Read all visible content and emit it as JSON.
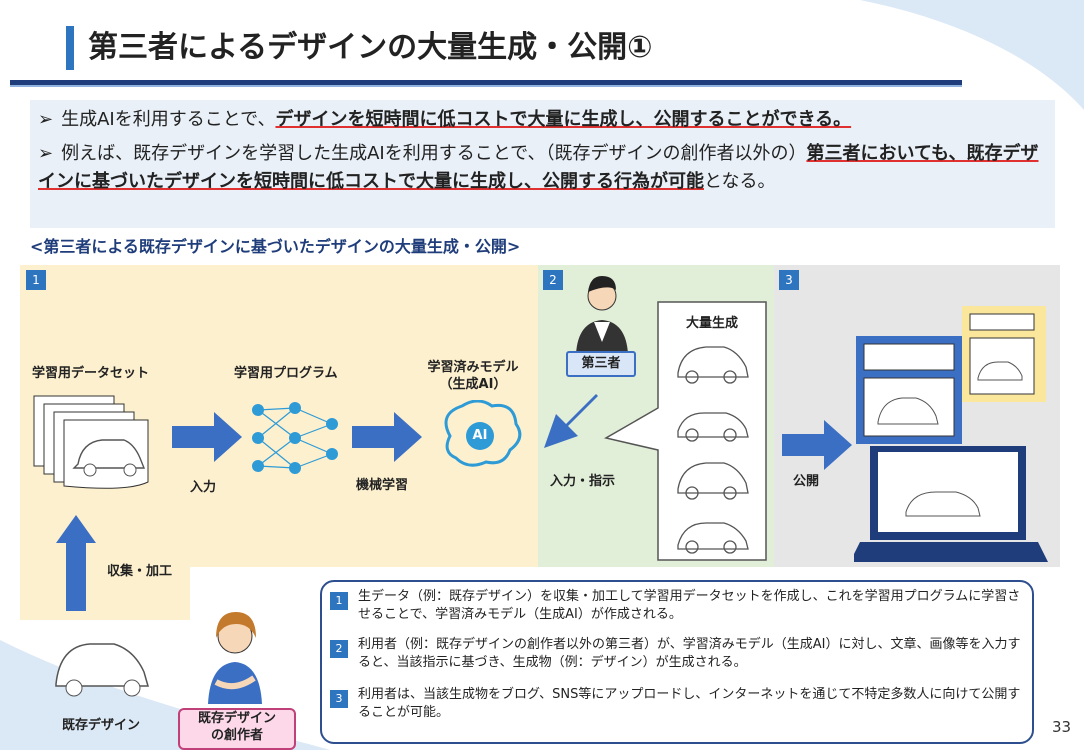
{
  "title": "第三者によるデザインの大量生成・公開①",
  "bullets": {
    "b1_prefix": "生成AIを利用することで、",
    "b1_emph": "デザインを短時間に低コストで大量に生成し、公開することができる。",
    "b2_prefix": "例えば、既存デザインを学習した生成AIを利用することで、（既存デザインの創作者以外の）",
    "b2_emph": "第三者においても、既存デザインに基づいたデザインを短時間に低コストで大量に生成し、公開する行為が可能",
    "b2_suffix": "となる。"
  },
  "subtitle": "<第三者による既存デザインに基づいたデザインの大量生成・公開>",
  "steps": {
    "s1": "1",
    "s2": "2",
    "s3": "3"
  },
  "diagram": {
    "dataset": "学習用データセット",
    "program": "学習用プログラム",
    "model_line1": "学習済みモデル",
    "model_line2": "（生成AI）",
    "ai_badge": "AI",
    "input": "入力",
    "ml": "機械学習",
    "collect": "収集・加工",
    "third_party": "第三者",
    "input_instruct": "入力・指示",
    "mass_gen": "大量生成",
    "publish": "公開",
    "existing_design": "既存デザイン",
    "creator_line1": "既存デザイン",
    "creator_line2": "の創作者"
  },
  "notes": [
    {
      "num": "1",
      "text": "生データ（例：既存デザイン）を収集・加工して学習用データセットを作成し、これを学習用プログラムに学習させることで、学習済みモデル（生成AI）が作成される。"
    },
    {
      "num": "2",
      "text": "利用者（例：既存デザインの創作者以外の第三者）が、学習済みモデル（生成AI）に対し、文章、画像等を入力すると、当該指示に基づき、生成物（例：デザイン）が生成される。"
    },
    {
      "num": "3",
      "text": "利用者は、当該生成物をブログ、SNS等にアップロードし、インターネットを通じて不特定多数人に向けて公開することが可能。"
    }
  ],
  "page_number": "33",
  "colors": {
    "accent": "#2e75c0",
    "navy": "#1f3d7a",
    "zone1": "#fdf0cf",
    "zone2": "#e2efd8",
    "zone3": "#e6e6e6",
    "underline": "#e03030"
  }
}
